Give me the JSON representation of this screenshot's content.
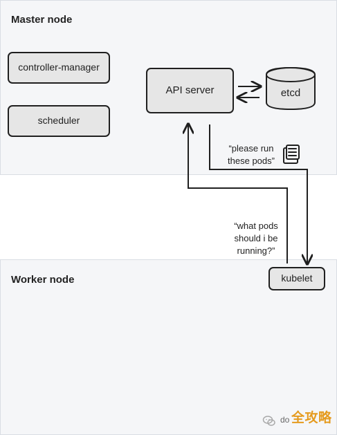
{
  "master": {
    "title": "Master node",
    "components": {
      "controller_manager": "controller-manager",
      "scheduler": "scheduler",
      "api_server": "API server",
      "etcd": "etcd"
    },
    "note": "“please run\nthese pods”"
  },
  "worker": {
    "title": "Worker node",
    "kubelet": "kubelet",
    "note": "“what pods\nshould i be\nrunning?”"
  },
  "watermark": {
    "prefix": "do",
    "brand": "全攻略",
    "icon": "wechat-icon",
    "brand_color": "#e59b1f"
  },
  "icons": {
    "document": "document-stack-icon"
  },
  "colors": {
    "panel_background": "#f5f6f8",
    "panel_border": "#d9dde3",
    "box_fill": "#e6e6e6",
    "stroke": "#1f1f1f"
  }
}
